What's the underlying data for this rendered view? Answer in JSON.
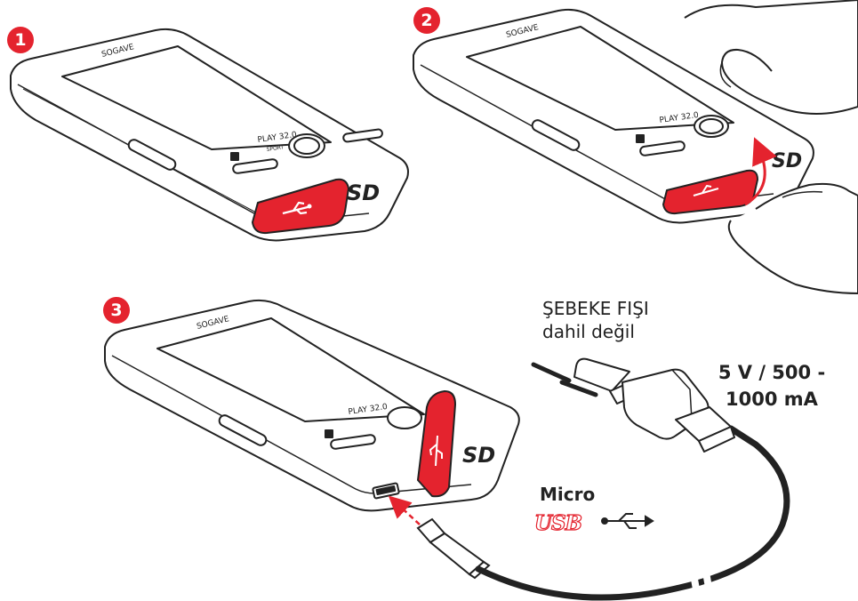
{
  "steps": [
    {
      "badge": "1"
    },
    {
      "badge": "2"
    },
    {
      "badge": "3"
    }
  ],
  "device": {
    "brand": "SOGAVE",
    "model_line1": "PLAY 32.0",
    "model_line2": "SPORT",
    "card_logo": "SD"
  },
  "labels": {
    "plug_line1": "ŞEBEKE FIŞI",
    "plug_line2": "dahil değil",
    "spec_line1": "5 V / 500 -",
    "spec_line2": "1000 mA",
    "micro": "Micro",
    "usb_logo": "USB"
  },
  "colors": {
    "accent": "#e4232e",
    "line": "#222222"
  },
  "icons": [
    "usb-trident-icon",
    "arrow-icon",
    "hand-icon",
    "wall-plug-icon"
  ]
}
